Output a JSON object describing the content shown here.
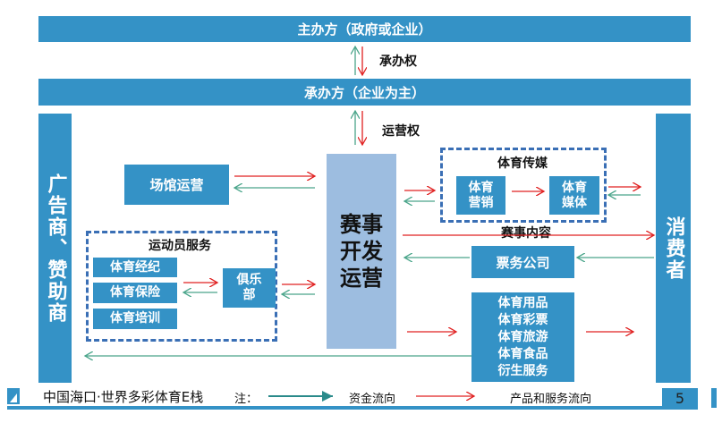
{
  "top": {
    "organizer": "主办方（政府或企业）",
    "host": "承办方（企业为主）",
    "host_right": "承办权",
    "op_right": "运营权"
  },
  "sides": {
    "left": "广告商、赞助商",
    "right": "消费者"
  },
  "center": "赛事开发运营",
  "venue": "场馆运营",
  "athlete": {
    "title": "运动员服务",
    "items": [
      "体育经纪",
      "体育保险",
      "体育培训"
    ],
    "club": "俱乐部"
  },
  "media": {
    "title": "体育传媒",
    "marketing": "体育营销",
    "media": "体育媒体"
  },
  "content": "赛事内容",
  "ticket": "票务公司",
  "products": [
    "体育用品",
    "体育彩票",
    "体育旅游",
    "体育食品",
    "衍生服务"
  ],
  "footer": {
    "brand": "中国海口·世界多彩体育E栈",
    "note": "注：",
    "money": "资金流向",
    "goods": "产品和服务流向",
    "page": "5"
  },
  "colors": {
    "blue": "#3492c6",
    "center": "#9dbde0",
    "red": "#e02020",
    "green": "#4aa58a"
  }
}
